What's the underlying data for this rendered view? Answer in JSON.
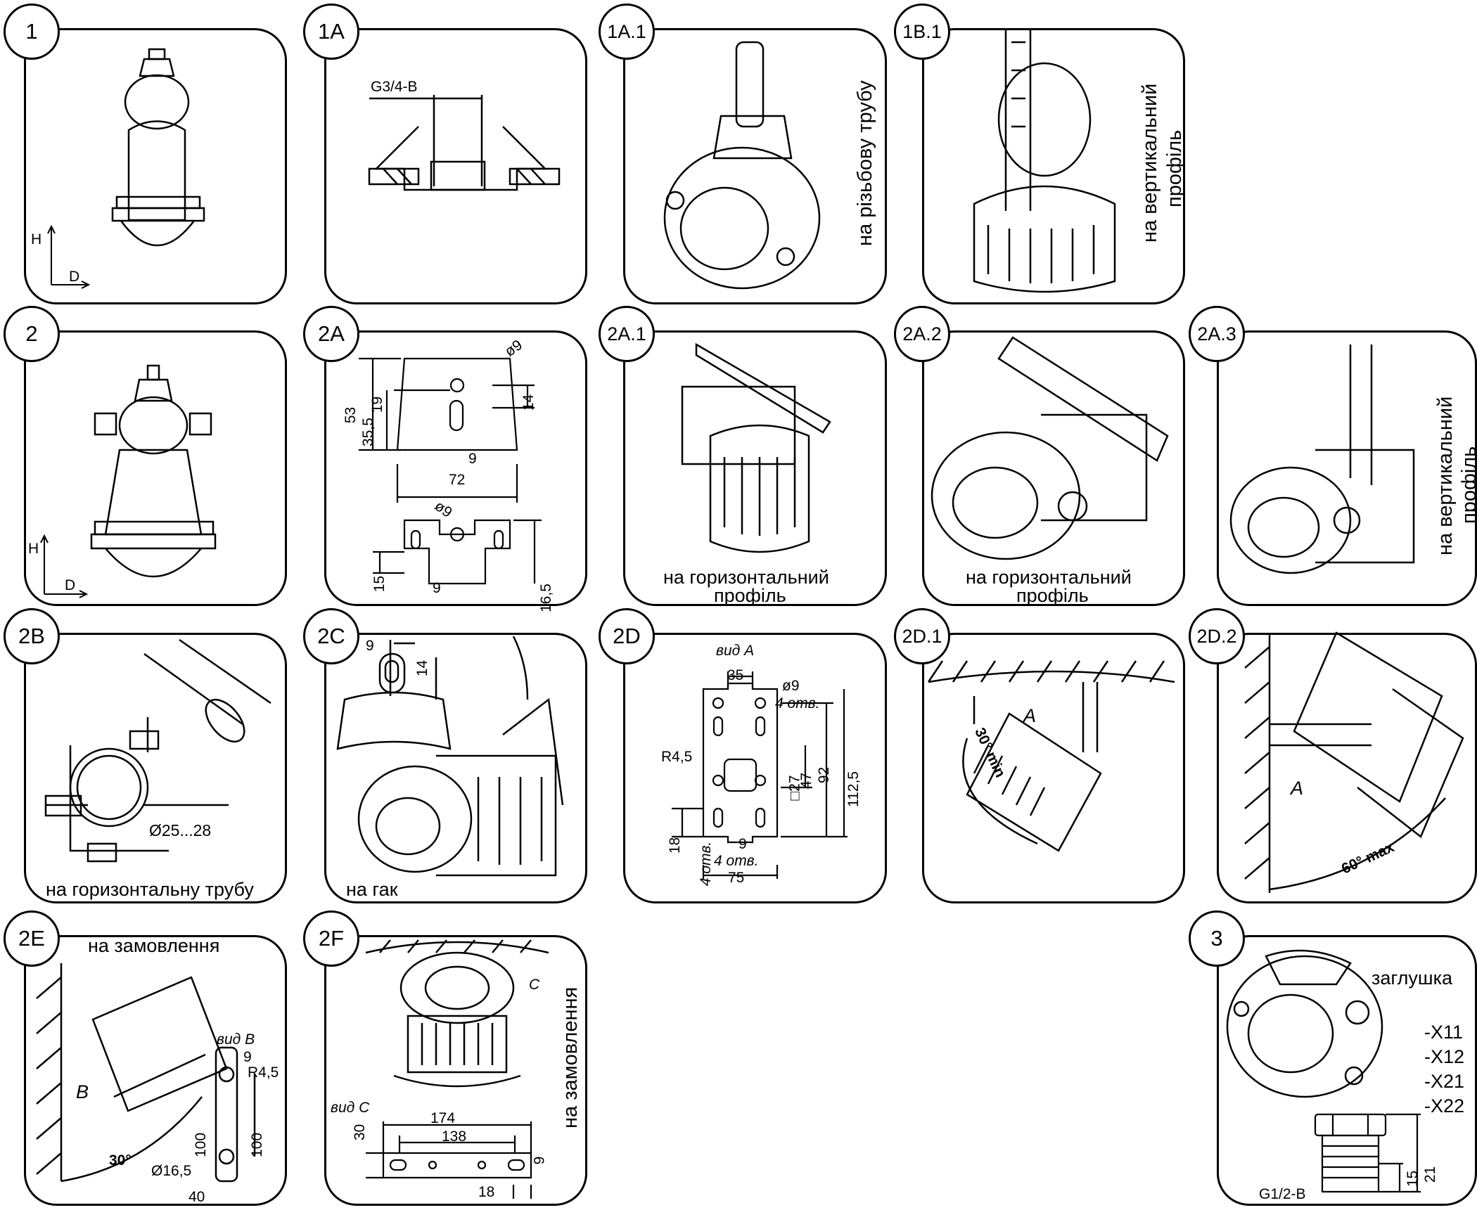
{
  "panels": [
    {
      "id": "1",
      "texts": [
        "H",
        "D"
      ]
    },
    {
      "id": "1A",
      "texts": [
        "G3/4-B"
      ]
    },
    {
      "id": "1A.1",
      "texts": [
        "на різьбову трубу"
      ]
    },
    {
      "id": "1B.1",
      "texts": [
        "на вертикальний",
        "профіль"
      ]
    },
    {
      "id": "2",
      "texts": [
        "H",
        "D"
      ]
    },
    {
      "id": "2A",
      "texts": [
        "ø9",
        "53",
        "35,5",
        "19",
        "14",
        "9",
        "72",
        "ø9",
        "15",
        "9",
        "16,5"
      ]
    },
    {
      "id": "2A.1",
      "texts": [
        "на горизонтальний",
        "профіль"
      ]
    },
    {
      "id": "2A.2",
      "texts": [
        "на горизонтальний",
        "профіль"
      ]
    },
    {
      "id": "2A.3",
      "texts": [
        "на вертикальний",
        "профіль"
      ]
    },
    {
      "id": "2B",
      "texts": [
        "Ø25...28",
        "на горизонтальну трубу"
      ]
    },
    {
      "id": "2C",
      "texts": [
        "9",
        "14",
        "на гак"
      ]
    },
    {
      "id": "2D",
      "texts": [
        "вид А",
        "35",
        "ø9",
        "4 отв.",
        "R4,5",
        "□27",
        "47",
        "92",
        "112,5",
        "18",
        "4 отв.",
        "9",
        "4 отв.",
        "75"
      ]
    },
    {
      "id": "2D.1",
      "texts": [
        "A",
        "30° min"
      ]
    },
    {
      "id": "2D.2",
      "texts": [
        "A",
        "60° max"
      ]
    },
    {
      "id": "2E",
      "texts": [
        "на замовлення",
        "B",
        "30°",
        "вид В",
        "9",
        "R4,5",
        "100",
        "100",
        "Ø16,5",
        "40"
      ]
    },
    {
      "id": "2F",
      "texts": [
        "C",
        "на замовлення",
        "вид С",
        "30",
        "174",
        "138",
        "9",
        "18"
      ]
    },
    {
      "id": "3",
      "texts": [
        "заглушка",
        "-X11",
        "-X12",
        "-X21",
        "-X22",
        "15",
        "21",
        "G1/2-B"
      ]
    }
  ]
}
